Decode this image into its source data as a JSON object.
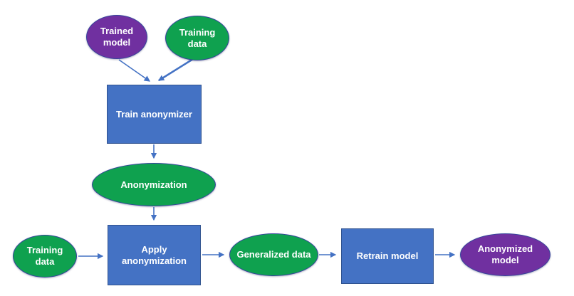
{
  "diagram": {
    "background": "#ffffff",
    "colors": {
      "node_blue": "#4472c4",
      "node_green": "#0fa14f",
      "node_purple": "#7030a0",
      "rect_border": "#2f528f",
      "ellipse_border": "#35449b",
      "arrow": "#4472c4",
      "label_text": "#ffffff"
    },
    "nodes": [
      {
        "id": "trained-model",
        "shape": "ellipse",
        "fill": "#7030a0",
        "label": "Trained model"
      },
      {
        "id": "training-data-top",
        "shape": "ellipse",
        "fill": "#0fa14f",
        "label": "Training data"
      },
      {
        "id": "train-anonymizer",
        "shape": "rect",
        "fill": "#4472c4",
        "label": "Train anonymizer"
      },
      {
        "id": "anonymization",
        "shape": "ellipse",
        "fill": "#0fa14f",
        "label": "Anonymization"
      },
      {
        "id": "training-data-bottom",
        "shape": "ellipse",
        "fill": "#0fa14f",
        "label": "Training data"
      },
      {
        "id": "apply-anonymization",
        "shape": "rect",
        "fill": "#4472c4",
        "label": "Apply anonymization"
      },
      {
        "id": "generalized-data",
        "shape": "ellipse",
        "fill": "#0fa14f",
        "label": "Generalized data"
      },
      {
        "id": "retrain-model",
        "shape": "rect",
        "fill": "#4472c4",
        "label": "Retrain model"
      },
      {
        "id": "anonymized-model",
        "shape": "ellipse",
        "fill": "#7030a0",
        "label": "Anonymized model"
      }
    ],
    "edges": [
      {
        "from": "trained-model",
        "to": "train-anonymizer"
      },
      {
        "from": "training-data-top",
        "to": "train-anonymizer"
      },
      {
        "from": "train-anonymizer",
        "to": "anonymization"
      },
      {
        "from": "anonymization",
        "to": "apply-anonymization"
      },
      {
        "from": "training-data-bottom",
        "to": "apply-anonymization"
      },
      {
        "from": "apply-anonymization",
        "to": "generalized-data"
      },
      {
        "from": "generalized-data",
        "to": "retrain-model"
      },
      {
        "from": "retrain-model",
        "to": "anonymized-model"
      }
    ]
  }
}
